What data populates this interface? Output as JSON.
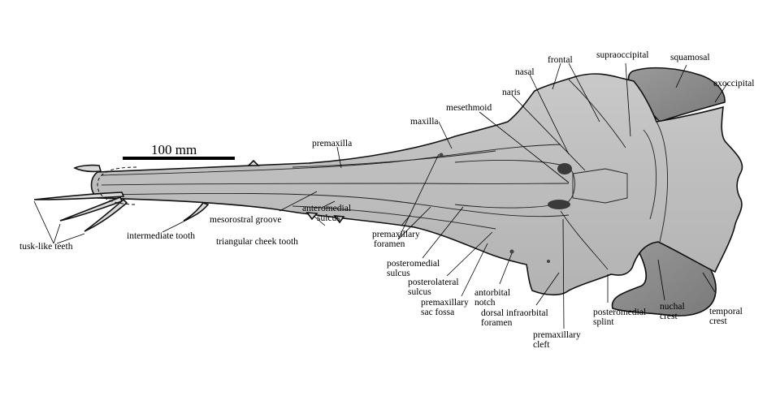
{
  "scale_bar": {
    "label": "100 mm"
  },
  "labels": {
    "frontal": "frontal",
    "supraoccipital": "supraoccipital",
    "squamosal": "squamosal",
    "nasal": "nasal",
    "exoccipital": "exoccipital",
    "naris": "naris",
    "mesethmoid": "mesethmoid",
    "maxilla": "maxilla",
    "premaxilla": "premaxilla",
    "mesorostral_groove": "mesorostral groove",
    "anteromedial_sulcus": [
      "anteromedial",
      "sulcus"
    ],
    "premaxillary_foramen": [
      "premaxillary",
      "foramen"
    ],
    "intermediate_tooth": "intermediate tooth",
    "triangular_cheek_tooth": "triangular cheek tooth",
    "tusk_like_teeth": "tusk-like teeth",
    "posteromedial_sulcus": [
      "posteromedial",
      "sulcus"
    ],
    "posterolateral_sulcus": [
      "posterolateral",
      "sulcus"
    ],
    "premaxillary_sac_fossa": [
      "premaxillary",
      "sac fossa"
    ],
    "antorbital_notch": [
      "antorbital",
      "notch"
    ],
    "dorsal_infraorbital_foramen": [
      "dorsal infraorbital",
      "foramen"
    ],
    "premaxillary_cleft": [
      "premaxillary",
      "cleft"
    ],
    "posteromedial_splint": [
      "posteromedial",
      "splint"
    ],
    "nuchal_crest": [
      "nuchal",
      "crest"
    ],
    "temporal_crest": [
      "temporal",
      "crest"
    ]
  }
}
